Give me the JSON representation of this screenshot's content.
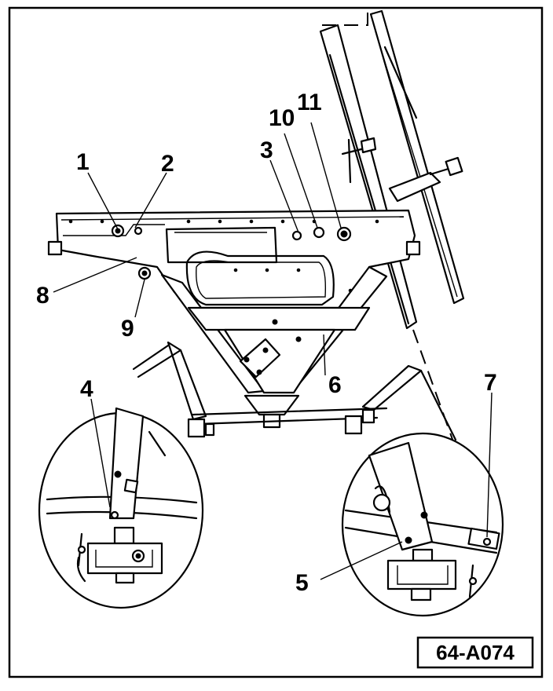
{
  "diagram": {
    "reference_code": "64-A074",
    "callouts": [
      {
        "id": "1",
        "text": "1"
      },
      {
        "id": "2",
        "text": "2"
      },
      {
        "id": "3",
        "text": "3"
      },
      {
        "id": "4",
        "text": "4"
      },
      {
        "id": "5",
        "text": "5"
      },
      {
        "id": "6",
        "text": "6"
      },
      {
        "id": "7",
        "text": "7"
      },
      {
        "id": "8",
        "text": "8"
      },
      {
        "id": "9",
        "text": "9"
      },
      {
        "id": "10",
        "text": "10"
      },
      {
        "id": "11",
        "text": "11"
      }
    ]
  }
}
